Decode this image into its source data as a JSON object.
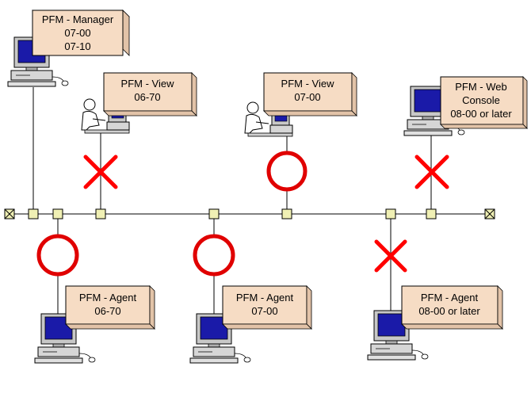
{
  "colors": {
    "box_fill": "#f6dcc4",
    "box_shade": "#e2c3a8",
    "node_fill": "#f0f0b4",
    "ok_mark": "#e00000",
    "ng_mark": "#ff0000",
    "monitor_screen": "#1a1aa8"
  },
  "manager": {
    "icon": "desktop-computer-icon",
    "lines": [
      "PFM - Manager",
      "07-00",
      "07-10"
    ]
  },
  "clients": [
    {
      "icon": "user-at-workstation-icon",
      "lines": [
        "PFM - View",
        "06-70"
      ],
      "mark": "cross"
    },
    {
      "icon": "user-at-workstation-icon",
      "lines": [
        "PFM - View",
        "07-00"
      ],
      "mark": "circle"
    },
    {
      "icon": "desktop-computer-icon",
      "lines": [
        "PFM - Web",
        "Console",
        "08-00 or later"
      ],
      "mark": "cross"
    }
  ],
  "agents": [
    {
      "icon": "desktop-computer-icon",
      "lines": [
        "PFM - Agent",
        "06-70"
      ],
      "mark": "circle"
    },
    {
      "icon": "desktop-computer-icon",
      "lines": [
        "PFM - Agent",
        "07-00"
      ],
      "mark": "circle"
    },
    {
      "icon": "desktop-computer-icon",
      "lines": [
        "PFM - Agent",
        "08-00 or later"
      ],
      "mark": "cross"
    }
  ]
}
